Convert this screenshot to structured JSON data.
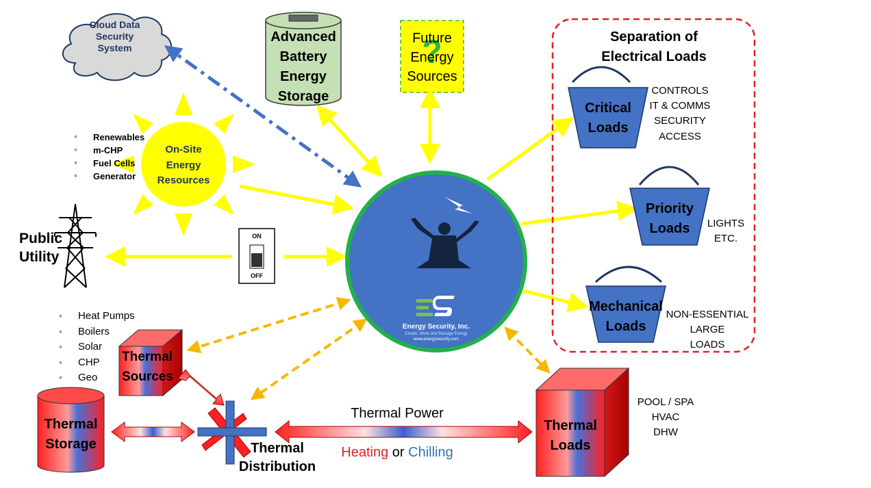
{
  "colors": {
    "yellow_arrow": "#ffff00",
    "blue_dashdot": "#4472c4",
    "orange_dashed": "#f5b800",
    "hub_fill": "#4472c4",
    "hub_ring": "#22b04b",
    "bucket_fill": "#4472c4",
    "dashed_border": "#e02020",
    "heating_text": "#e02020",
    "chilling_text": "#2e75b6",
    "cloud_fill": "#d9d9d9",
    "battery_fill": "#c5e0b4",
    "future_fill": "#ffff00",
    "sun_fill": "#ffff00",
    "question_mark": "#2fb24a"
  },
  "cloud": {
    "label": [
      "Cloud Data",
      "Security",
      "System"
    ]
  },
  "battery": {
    "label": [
      "Advanced",
      "Battery",
      "Energy",
      "Storage"
    ]
  },
  "future": {
    "label": [
      "Future",
      "Energy",
      "Sources"
    ],
    "mark": "?"
  },
  "sun": {
    "label": [
      "On-Site",
      "Energy",
      "Resources"
    ]
  },
  "onsite_list": [
    "Renewables",
    "m-CHP",
    "Fuel Cells",
    "Generator"
  ],
  "public_utility": {
    "label": [
      "Public",
      "Utility"
    ]
  },
  "switch": {
    "on": "ON",
    "off": "OFF"
  },
  "hub": {
    "logo_text": "ES",
    "company": "Energy Security, Inc.",
    "tagline": "Create, Store and Manage Energy",
    "url": "www.energysecurity.com"
  },
  "loads_panel": {
    "title": [
      "Separation of",
      "Electrical Loads"
    ],
    "critical": {
      "label": [
        "Critical",
        "Loads"
      ],
      "items": [
        "CONTROLS",
        "IT & COMMS",
        "SECURITY",
        "ACCESS"
      ]
    },
    "priority": {
      "label": [
        "Priority",
        "Loads"
      ],
      "items": [
        "LIGHTS",
        "ETC."
      ]
    },
    "mechanical": {
      "label": [
        "Mechanical",
        "Loads"
      ],
      "items": [
        "NON-ESSENTIAL",
        "LARGE",
        "LOADS"
      ]
    }
  },
  "thermal_sources": {
    "label": [
      "Thermal",
      "Sources"
    ],
    "list": [
      "Heat Pumps",
      "Boilers",
      "Solar",
      "CHP",
      "Geo"
    ]
  },
  "thermal_storage": {
    "label": [
      "Thermal",
      "Storage"
    ]
  },
  "thermal_distribution": {
    "label": [
      "Thermal",
      "Distribution"
    ]
  },
  "thermal_power": {
    "label": "Thermal Power",
    "heating": "Heating",
    "or": "or",
    "chilling": "Chilling"
  },
  "thermal_loads": {
    "label": [
      "Thermal",
      "Loads"
    ],
    "items": [
      "POOL / SPA",
      "HVAC",
      "DHW"
    ]
  }
}
